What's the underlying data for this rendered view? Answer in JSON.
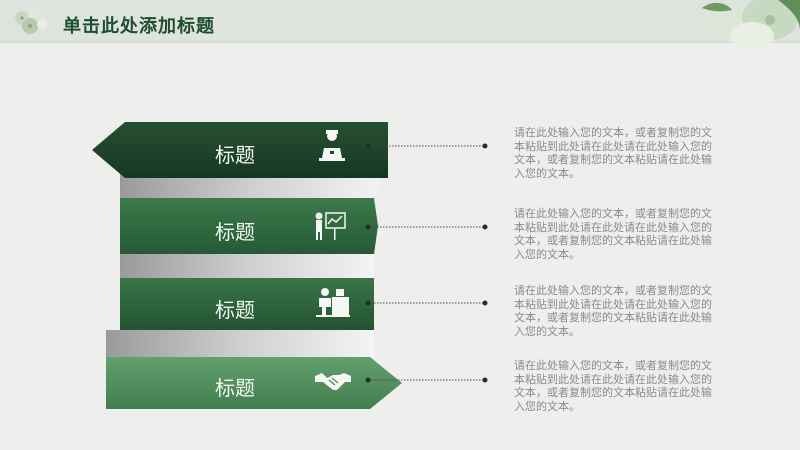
{
  "slide_title": "单击此处添加标题",
  "items": [
    {
      "label": "标题",
      "icon": "presenter-laptop-icon",
      "text": "请在此处输入您的文本，或者复制您的文本粘贴到此处请在此处请在此处输入您的文本，或者复制您的文本粘贴请在此处输入您的文本。"
    },
    {
      "label": "标题",
      "icon": "presentation-board-icon",
      "text": "请在此处输入您的文本，或者复制您的文本粘贴到此处请在此处请在此处输入您的文本，或者复制您的文本粘贴请在此处输入您的文本。"
    },
    {
      "label": "标题",
      "icon": "office-worker-icon",
      "text": "请在此处输入您的文本，或者复制您的文本粘贴到此处请在此处请在此处输入您的文本，或者复制您的文本粘贴请在此处输入您的文本。"
    },
    {
      "label": "标题",
      "icon": "handshake-icon",
      "text": "请在此处输入您的文本，或者复制您的文本粘贴到此处请在此处请在此处输入您的文本，或者复制您的文本粘贴请在此处输入您的文本。"
    }
  ],
  "colors": {
    "dark_green": "#1f4a2e",
    "green": "#2d6b40",
    "light_green": "#4f8f5c"
  }
}
